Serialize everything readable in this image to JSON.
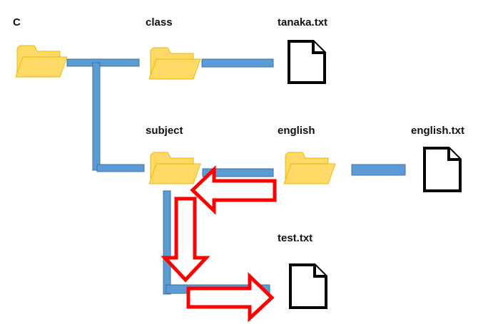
{
  "nodes": {
    "root": {
      "label": "C",
      "kind": "folder"
    },
    "class": {
      "label": "class",
      "kind": "folder"
    },
    "tanaka": {
      "label": "tanaka.txt",
      "kind": "file"
    },
    "subject": {
      "label": "subject",
      "kind": "folder"
    },
    "english": {
      "label": "english",
      "kind": "folder"
    },
    "english_txt": {
      "label": "english.txt",
      "kind": "file"
    },
    "test": {
      "label": "test.txt",
      "kind": "file"
    }
  },
  "colors": {
    "folder_fill": "#FFD966",
    "folder_tab": "#FFD966",
    "connector": "#5B9BD5",
    "connector_border": "#41719C",
    "arrow": "#FF0000",
    "file_stroke": "#000000"
  },
  "icons": {
    "folder": "folder-icon",
    "file": "document-icon",
    "arrow": "outline-arrow"
  }
}
